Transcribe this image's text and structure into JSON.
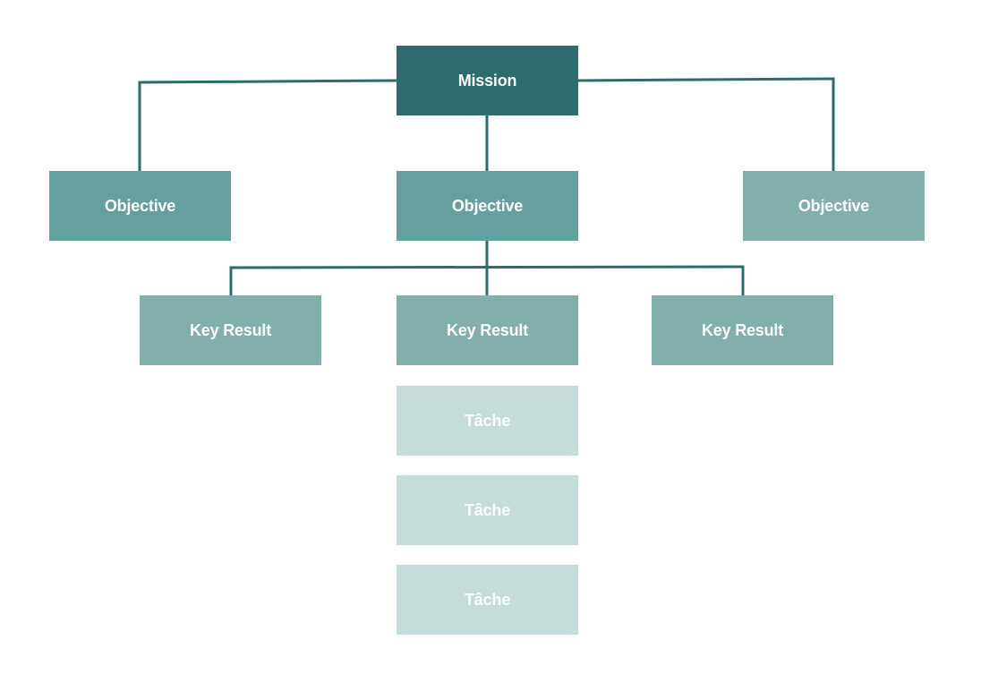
{
  "diagram": {
    "mission": {
      "label": "Mission"
    },
    "objectives": [
      {
        "label": "Objective"
      },
      {
        "label": "Objective"
      },
      {
        "label": "Objective"
      }
    ],
    "key_results": [
      {
        "label": "Key Result"
      },
      {
        "label": "Key Result"
      },
      {
        "label": "Key Result"
      }
    ],
    "tasks": [
      {
        "label": "Tâche"
      },
      {
        "label": "Tâche"
      },
      {
        "label": "Tâche"
      }
    ]
  },
  "colors": {
    "connector": "#2e6b6c",
    "mission": "#2e6b6c",
    "objective_primary": "#66a09e",
    "objective_secondary": "#82aeac",
    "key_result": "#82aeac",
    "task": "#c5dcdb",
    "text": "#ffffff"
  }
}
